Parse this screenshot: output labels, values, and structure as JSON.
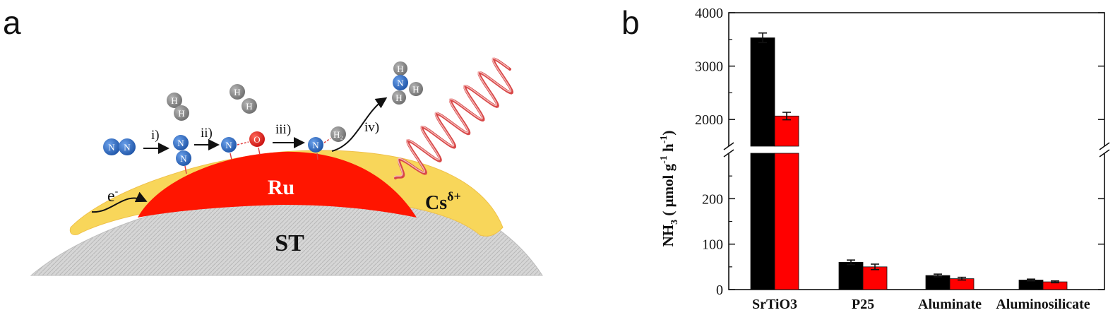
{
  "panel_a": {
    "label": "a",
    "steps": [
      "i)",
      "ii)",
      "iii)",
      "iv)"
    ],
    "metal_label": "Ru",
    "support_label": "ST",
    "promoter_label": "Cs",
    "promoter_sup": "δ+",
    "electron_label": "e",
    "electron_sup": "-",
    "atoms": {
      "n": "N",
      "h": "H",
      "o": "O",
      "h2": "H₂"
    },
    "colors": {
      "ru": "#ff1500",
      "cs": "#f8d65a",
      "nitrogen": "#2f6fc9",
      "hydrogen": "#8c8c8c",
      "oxygen": "#e41e1e",
      "light": "#d84848",
      "support": "#cfcfcf"
    }
  },
  "panel_b": {
    "label": "b",
    "ylabel_main": "NH",
    "ylabel_sub": "3",
    "ylabel_rest": " ( μmol  g",
    "ylabel_sup1": "-1",
    "ylabel_mid": "  h",
    "ylabel_sup2": "-1",
    "ylabel_end": ")"
  },
  "chart_data": {
    "type": "bar",
    "categories": [
      "SrTiO3",
      "P25",
      "Aluminate",
      "Aluminosilicate"
    ],
    "series": [
      {
        "color": "#000000",
        "values": [
          3530,
          60,
          31,
          21
        ],
        "errors": [
          90,
          5,
          3,
          2
        ]
      },
      {
        "color": "#ff0000",
        "values": [
          2065,
          50,
          24,
          17
        ],
        "errors": [
          70,
          6,
          3,
          2
        ]
      }
    ],
    "axis_break": true,
    "ylim_lower": [
      0,
      300
    ],
    "ylim_upper": [
      1500,
      4000
    ],
    "yticks_lower": [
      "0",
      "100",
      "200"
    ],
    "yticks_upper": [
      "2000",
      "3000",
      "4000"
    ],
    "xlabel": "",
    "legend": "none"
  }
}
